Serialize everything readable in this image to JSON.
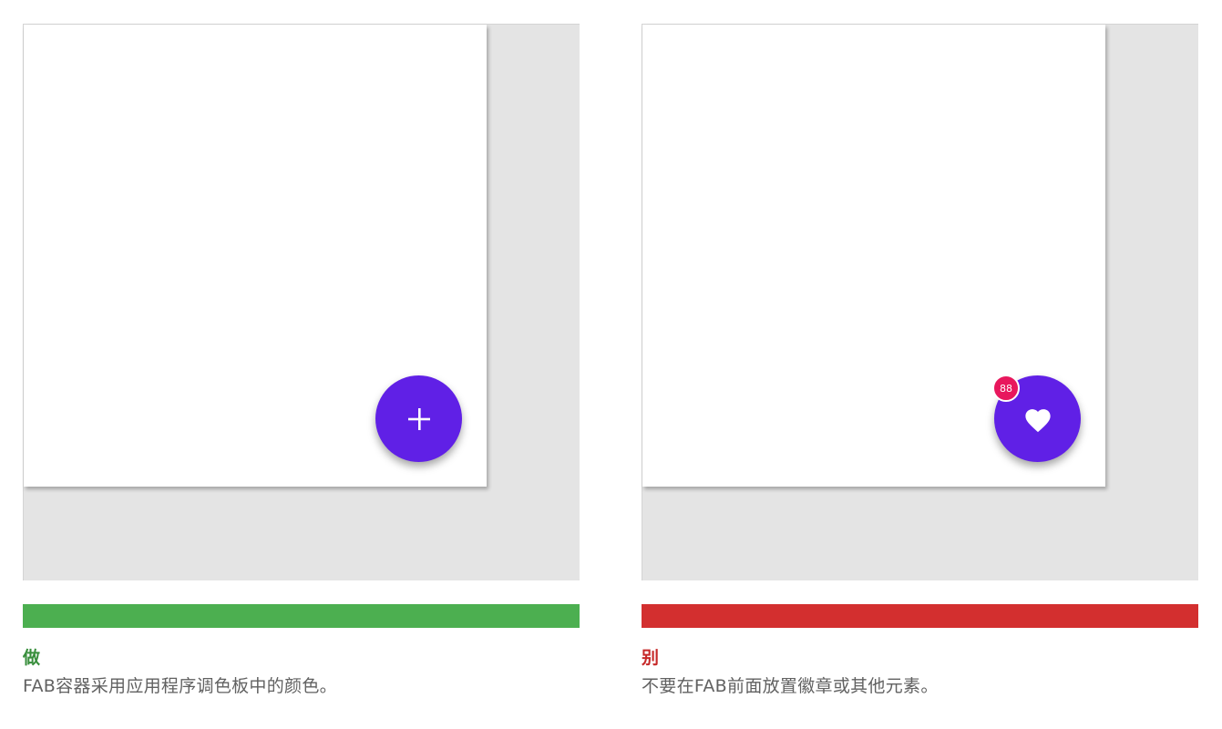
{
  "colors": {
    "fab": "#6020e6",
    "badge": "#e8175d",
    "do": "#4caf50",
    "dont": "#d32f2f",
    "canvas": "#e4e4e4"
  },
  "do_example": {
    "fab_icon": "plus-icon",
    "verdict": "做",
    "caption": "FAB容器采用应用程序调色板中的颜色。"
  },
  "dont_example": {
    "fab_icon": "heart-icon",
    "badge_count": "88",
    "verdict": "别",
    "caption": "不要在FAB前面放置徽章或其他元素。"
  }
}
